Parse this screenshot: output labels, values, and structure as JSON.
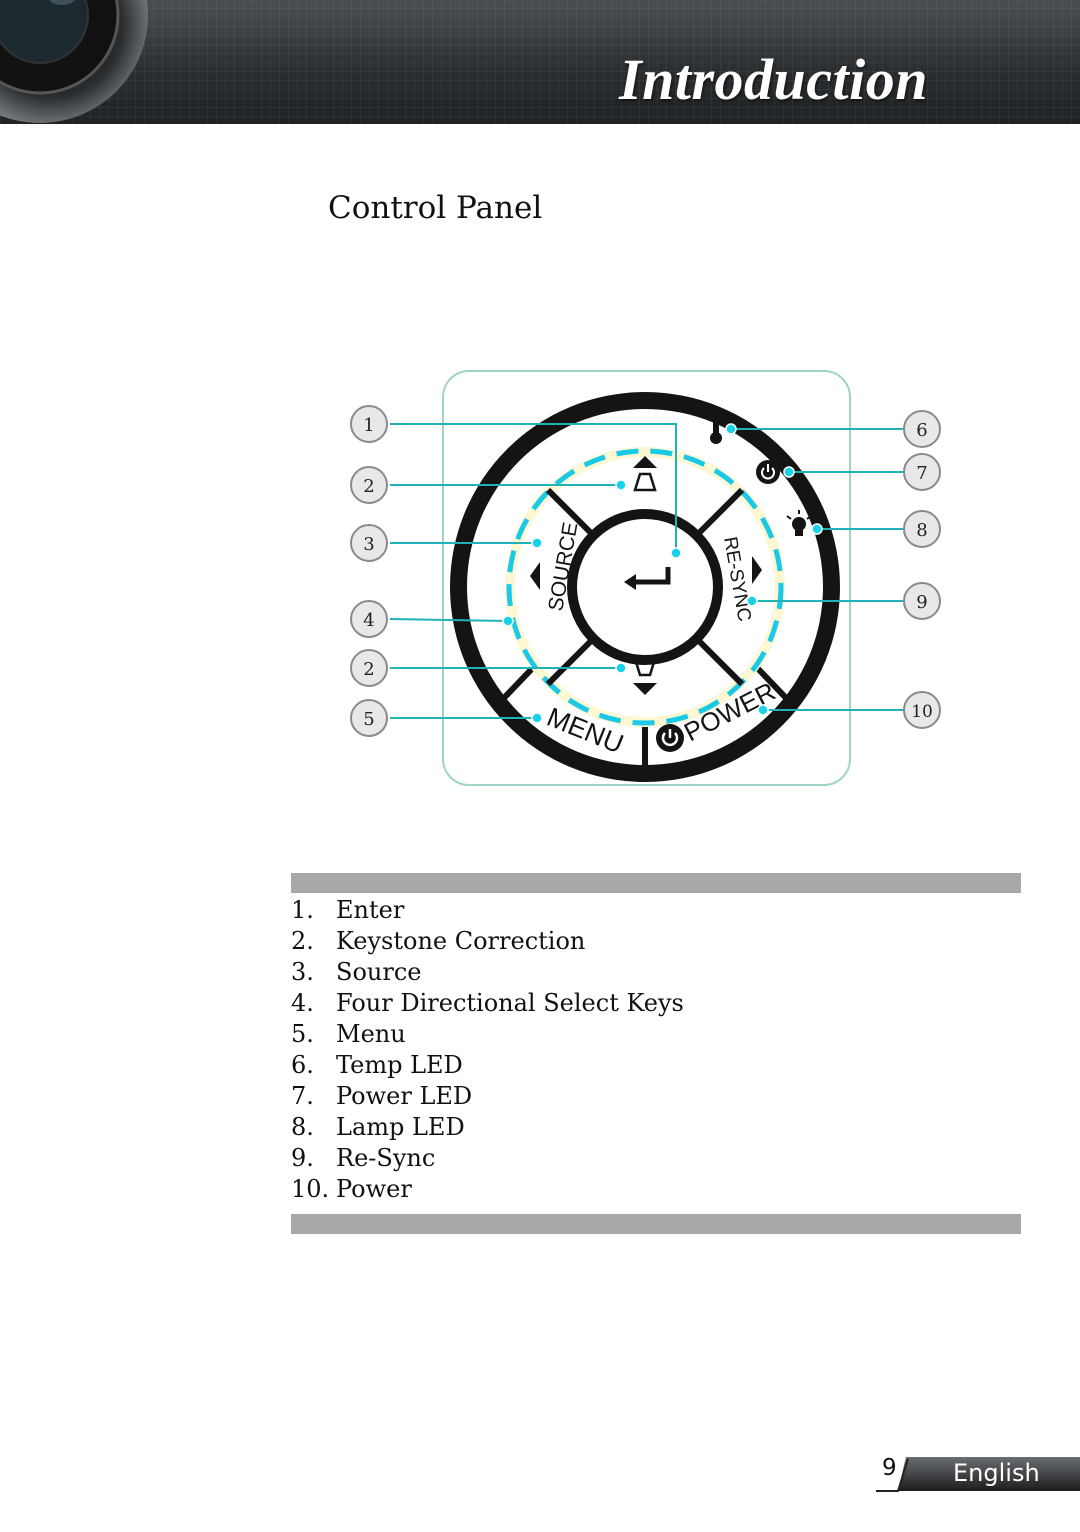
{
  "header": {
    "title": "Introduction"
  },
  "section": {
    "title": "Control Panel"
  },
  "diagram": {
    "keys": {
      "source": "SOURCE",
      "resync": "RE-SYNC",
      "menu": "MENU",
      "power": "POWER"
    },
    "callouts_left": [
      "1",
      "2",
      "3",
      "4",
      "2",
      "5"
    ],
    "callouts_right": [
      "6",
      "7",
      "8",
      "9",
      "10"
    ],
    "icons": [
      "temp-led-icon",
      "power-led-icon",
      "lamp-led-icon",
      "enter-icon",
      "keystone-up-icon",
      "keystone-down-icon",
      "power-icon"
    ]
  },
  "legend": [
    {
      "num": "1.",
      "label": "Enter"
    },
    {
      "num": "2.",
      "label": "Keystone Correction"
    },
    {
      "num": "3.",
      "label": "Source"
    },
    {
      "num": "4.",
      "label": "Four Directional Select Keys"
    },
    {
      "num": "5.",
      "label": "Menu"
    },
    {
      "num": "6.",
      "label": "Temp LED"
    },
    {
      "num": "7.",
      "label": "Power LED"
    },
    {
      "num": "8.",
      "label": "Lamp LED"
    },
    {
      "num": "9.",
      "label": "Re-Sync"
    },
    {
      "num": "10.",
      "label": "Power"
    }
  ],
  "footer": {
    "page_number": "9",
    "language": "English"
  },
  "colors": {
    "callout_line": "#1fb3b8",
    "dash_ring": "#19c9e6",
    "ring_fill": "#fdf7d2",
    "header_bg": "#2b2f31"
  }
}
